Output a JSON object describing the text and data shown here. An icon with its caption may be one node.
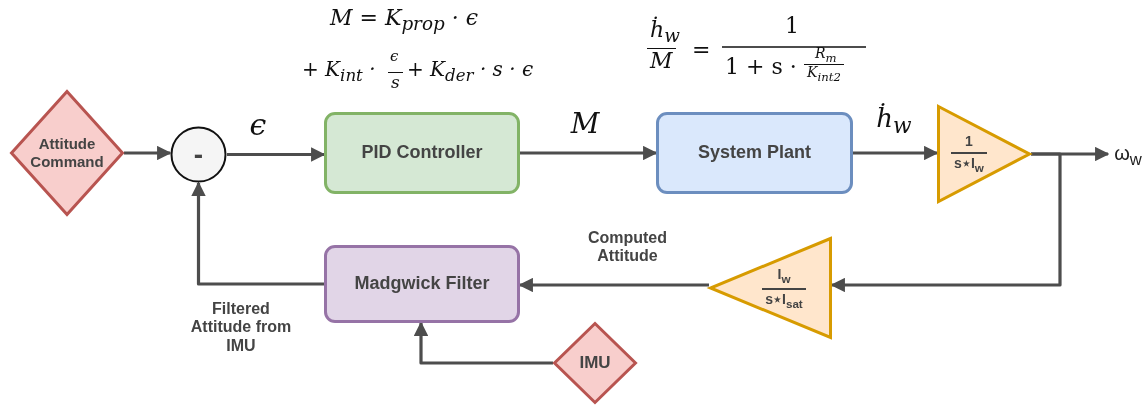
{
  "diagram": {
    "nodes": [
      {
        "text": [
          "Attitude Command"
        ]
      },
      {
        "text": [
          "-"
        ]
      },
      {
        "text": [
          "PID Controller"
        ]
      },
      {
        "text": [
          "System Plant"
        ]
      },
      {
        "text": [
          "1",
          "s⋆I$_{w}$"
        ]
      },
      {
        "text": [
          "ω$_{w}$"
        ]
      },
      {
        "text": [
          "I$_{w}$",
          "s⋆I$_{sat}$"
        ]
      },
      {
        "text": [
          "Madgwick Filter"
        ]
      },
      {
        "text": [
          "IMU"
        ]
      }
    ],
    "edges": [
      {
        "from": 0,
        "to": 1,
        "arrow": "to"
      },
      {
        "from": 1,
        "to": 2,
        "arrow": "to",
        "label": "ϵ"
      },
      {
        "from": 2,
        "to": 3,
        "arrow": "to",
        "label": "M"
      },
      {
        "from": 3,
        "to": 4,
        "arrow": "to",
        "label": "ḣ$_{w}$"
      },
      {
        "from": 4,
        "to": 5,
        "arrow": "to"
      },
      {
        "from": 4,
        "to": 6,
        "arrow": "to"
      },
      {
        "from": 6,
        "to": 7,
        "arrow": "to",
        "label": "Computed Attitude"
      },
      {
        "from": 7,
        "to": 1,
        "arrow": "to",
        "label": "Filtered Attitude from IMU"
      },
      {
        "from": 8,
        "to": 7,
        "arrow": "to"
      }
    ],
    "labels": [
      "M = K$_{prop}$ · ϵ",
      "+ K$_{int}$ ·",
      "ϵ",
      "s",
      "+ K$_{der}$ · s · ϵ",
      "ḣ$_{w}$",
      "M",
      "=",
      "1",
      "1 + s ·",
      "R$_{m}$",
      "K$_{int2}$"
    ]
  }
}
